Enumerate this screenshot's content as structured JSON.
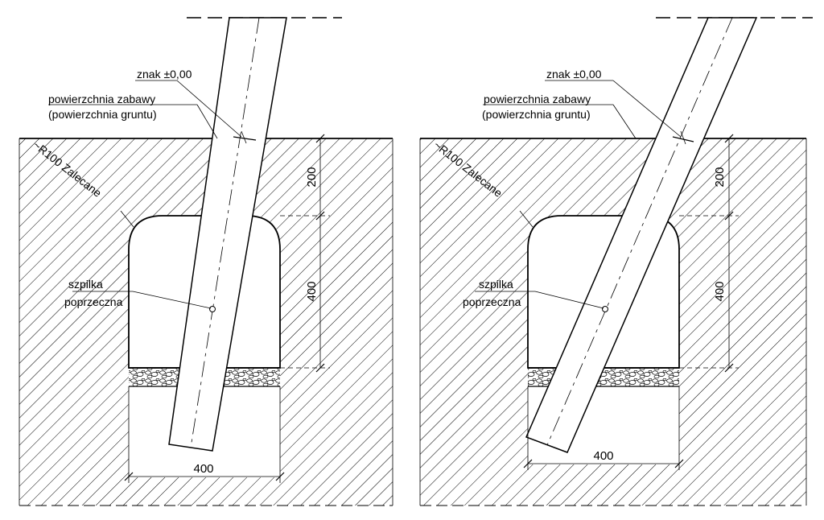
{
  "drawings": [
    {
      "label_znak": "znak ±0,00",
      "label_surface_1": "powierzchnia zabawy",
      "label_surface_2": "(powierzchnia gruntu)",
      "label_radius": "~R100 Zalecane",
      "label_pin_1": "szpilka",
      "label_pin_2": "poprzeczna",
      "dim_top": "200",
      "dim_middle": "400",
      "dim_bottom": "400"
    },
    {
      "label_znak": "znak ±0,00",
      "label_surface_1": "powierzchnia zabawy",
      "label_surface_2": "(powierzchnia gruntu)",
      "label_radius": "~R100 Zalecane",
      "label_pin_1": "szpilka",
      "label_pin_2": "poprzeczna",
      "dim_top": "200",
      "dim_middle": "400",
      "dim_bottom": "400"
    }
  ]
}
